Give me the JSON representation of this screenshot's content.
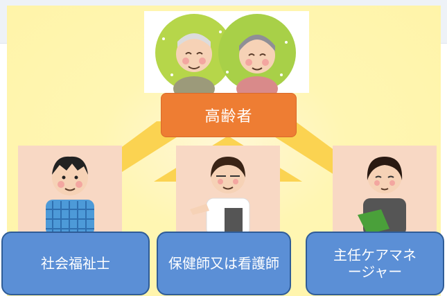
{
  "diagram": {
    "center_label": "高齢者",
    "roles": [
      {
        "label": "社会福祉士"
      },
      {
        "label": "保健師又は看護師"
      },
      {
        "label": "主任ケアマネージャー"
      }
    ]
  },
  "colors": {
    "yellow": "#fff4a8",
    "hub": "#ee7d33",
    "role": "#5b8fd6",
    "role_border": "#2f5c97",
    "arrow": "#fbd14b"
  },
  "icons": [
    "elderly-couple-icon",
    "social-worker-icon",
    "nurse-icon",
    "care-manager-icon"
  ]
}
